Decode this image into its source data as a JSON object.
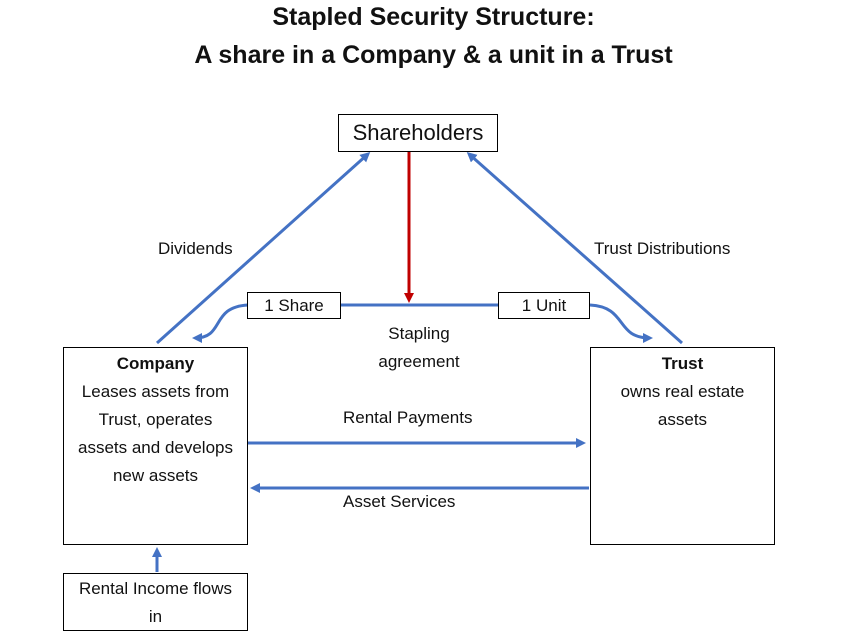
{
  "title": {
    "line1": "Stapled Security Structure:",
    "line2": "A share in a Company & a unit in a Trust"
  },
  "nodes": {
    "shareholders": "Shareholders",
    "share": "1 Share",
    "unit": "1 Unit",
    "company": {
      "title": "Company",
      "desc": [
        "Leases assets from",
        "Trust, operates",
        "assets and develops",
        "new assets"
      ]
    },
    "trust": {
      "title": "Trust",
      "desc": [
        "owns real estate",
        "assets"
      ]
    },
    "rental_income": [
      "Rental Income flows",
      "in"
    ]
  },
  "labels": {
    "dividends": "Dividends",
    "trust_distributions": "Trust Distributions",
    "stapling": [
      "Stapling",
      "agreement"
    ],
    "rental_payments": "Rental Payments",
    "asset_services": "Asset Services"
  },
  "colors": {
    "flow": "#4472c4",
    "stapling_arrow": "#c00000",
    "border": "#000000"
  }
}
